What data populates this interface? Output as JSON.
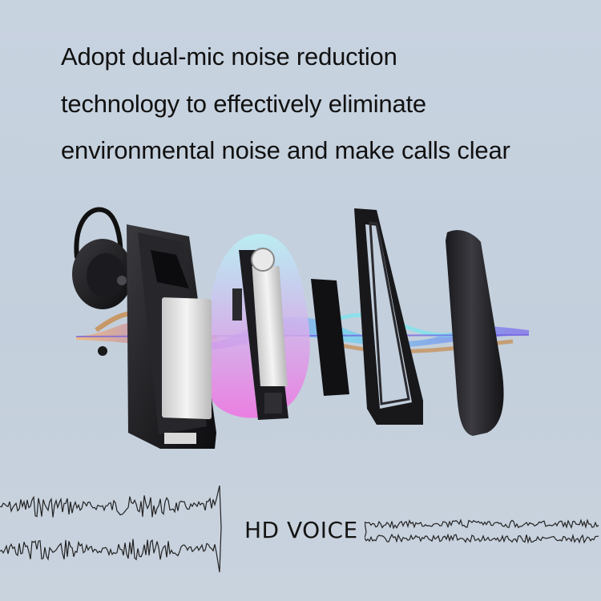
{
  "headline": {
    "lines": [
      "Adopt dual-mic noise reduction",
      "technology to effectively eliminate",
      "environmental noise and make calls clear"
    ]
  },
  "badge": {
    "label": "HD VOICE"
  },
  "colors": {
    "background": "#c7d2df",
    "text": "#111111",
    "wave_purple": "#6f5be0",
    "wave_orange": "#c88a4a",
    "wave_cyan": "#7fe3ee",
    "wave_pink": "#e07bd9"
  }
}
